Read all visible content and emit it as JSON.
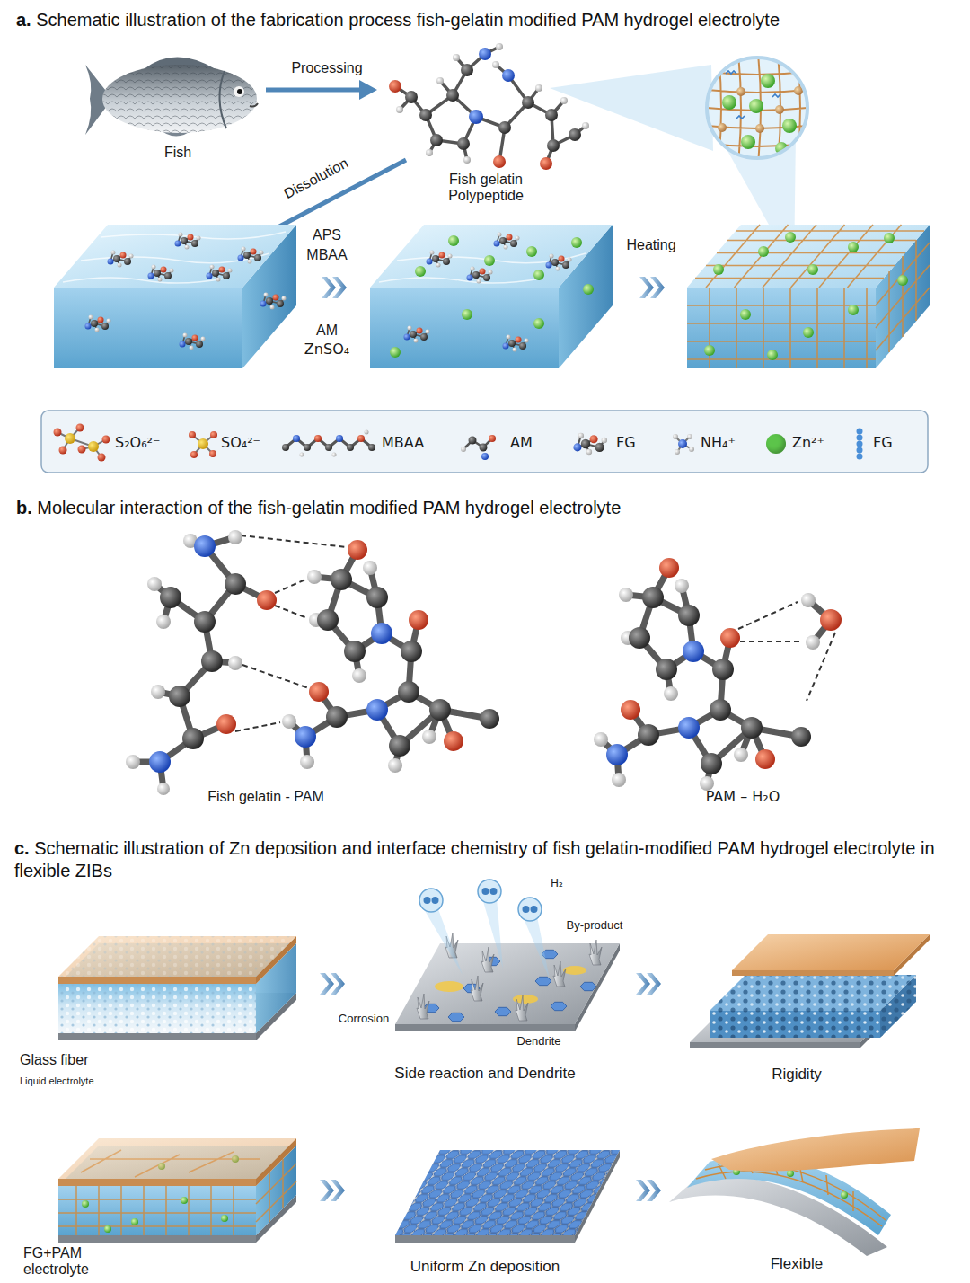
{
  "diagram": {
    "labels": [
      "a. Schematic illustration of the fabrication process fish-gelatin modified PAM hydrogel electrolyte",
      "Processing",
      "Fish gelatin Polypeptide",
      "Fish",
      "Dissolution",
      "APS",
      "MBAA",
      "AM",
      "ZnSO₄",
      "Heating",
      "b. Molecular interaction of the fish-gelatin modified PAM hydrogel electrolyte",
      "Fish gelatin - PAM",
      "PAM – H₂O",
      "c. Schematic illustration of Zn deposition and interface chemistry of fish gelatin-modified PAM hydrogel electrolyte in flexible ZIBs",
      "H₂",
      "By-product",
      "Corrosion",
      "Dendrite",
      "Glass fiber",
      "Liquid electrolyte",
      "Side reaction and Dendrite",
      "Rigidity",
      "FG+PAM electrolyte",
      "Uniform Zn deposition",
      "Flexible"
    ],
    "legend": [
      {
        "text": "S₂O₆²⁻"
      },
      {
        "text": "SO₄²⁻"
      },
      {
        "text": "MBAA"
      },
      {
        "text": "AM"
      },
      {
        "text": "FG"
      },
      {
        "text": "NH₄⁺"
      },
      {
        "text": "Zn²⁺",
        "color": "#5cc44a"
      },
      {
        "text": "FG"
      }
    ]
  }
}
